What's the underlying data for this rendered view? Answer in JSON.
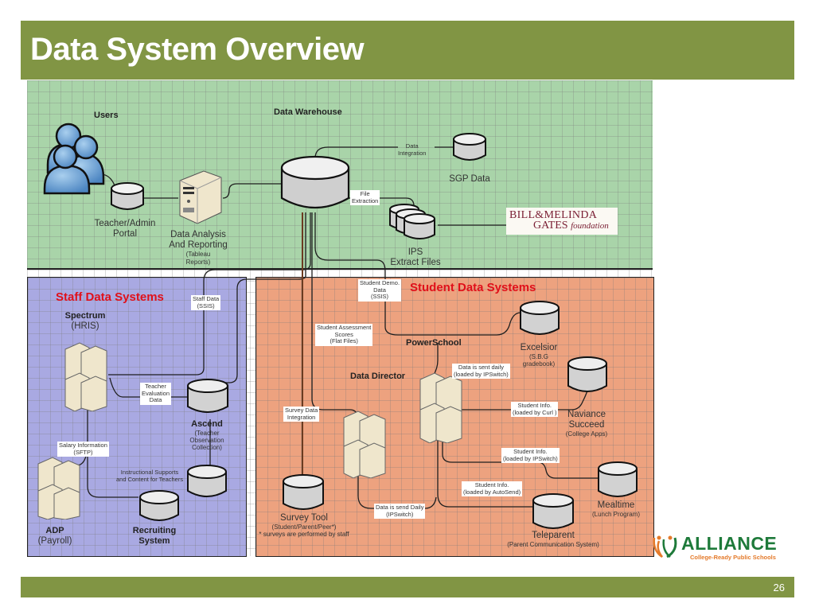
{
  "slide": {
    "title": "Data System Overview",
    "page_number": "26"
  },
  "zones": {
    "warehouse": {
      "color": "#a9d4a9"
    },
    "staff": {
      "title": "Staff Data Systems",
      "color": "#a9a9e2"
    },
    "student": {
      "title": "Student Data Systems",
      "color": "#eda27f"
    }
  },
  "headers": {
    "users": "Users",
    "data_warehouse": "Data Warehouse",
    "powerschool": "PowerSchool",
    "data_director": "Data Director"
  },
  "nodes": {
    "teacher_portal": {
      "line1": "Teacher/Admin",
      "line2": "Portal"
    },
    "data_analysis": {
      "line1": "Data Analysis",
      "line2": "And Reporting",
      "sub1": "(Tableau",
      "sub2": "Reports)"
    },
    "sgp": {
      "name": "SGP Data"
    },
    "ips": {
      "line1": "IPS",
      "line2": "Extract Files"
    },
    "spectrum": {
      "name": "Spectrum",
      "sub": "(HRIS)"
    },
    "ascend": {
      "name": "Ascend",
      "sub1": "(Teacher",
      "sub2": "Observation",
      "sub3": "Collection)"
    },
    "adp": {
      "name": "ADP",
      "sub": "(Payroll)"
    },
    "recruiting": {
      "line1": "Recruiting",
      "line2": "System"
    },
    "excelsior": {
      "name": "Excelsior",
      "sub1": "(S.B.G",
      "sub2": "gradebook)"
    },
    "naviance": {
      "line1": "Naviance",
      "line2": "Succeed",
      "sub": "(College Apps)"
    },
    "mealtime": {
      "name": "Mealtime",
      "sub": "(Lunch Program)"
    },
    "teleparent": {
      "name": "Teleparent",
      "sub": "(Parent Communication System)"
    },
    "survey_tool": {
      "name": "Survey Tool",
      "sub": "(Student/Parent/Peer*)",
      "note": "* surveys are performed by staff"
    }
  },
  "connectors": {
    "data_integration": [
      "Data",
      "Integration"
    ],
    "file_extraction": [
      "File",
      "Extraction"
    ],
    "staff_data": [
      "Staff Data",
      "(SSIS)"
    ],
    "student_demo": [
      "Student Demo.",
      "Data",
      "(SSIS)"
    ],
    "student_assessment": [
      "Student Assessment",
      "Scores",
      "(Flat Files)"
    ],
    "teacher_evaluation": [
      "Teacher",
      "Evaluation",
      "Data"
    ],
    "salary_info": [
      "Salary Information",
      "(SFTP)"
    ],
    "instructional": [
      "Instructional Supports",
      "and Content for Teachers"
    ],
    "survey_integration": [
      "Survey Data",
      "Integration"
    ],
    "sent_daily": [
      "Data is sent daily",
      "(loaded by IPSwitch)"
    ],
    "info_curl": [
      "Student Info.",
      "(loaded by Curl )"
    ],
    "info_ipswitch": [
      "Student Info.",
      "(loaded by IPSwitch)"
    ],
    "info_autosend": [
      "Student Info.",
      "(loaded by AutoSend)"
    ],
    "send_daily": [
      "Data is send Daily",
      "(IPSwitch)"
    ]
  },
  "logos": {
    "gates": {
      "line1": "BILL&MELINDA",
      "line2_a": "GATES",
      "line2_b": "foundation"
    },
    "alliance": {
      "word": "ALLIANCE",
      "tagline": "College-Ready Public Schools"
    }
  }
}
